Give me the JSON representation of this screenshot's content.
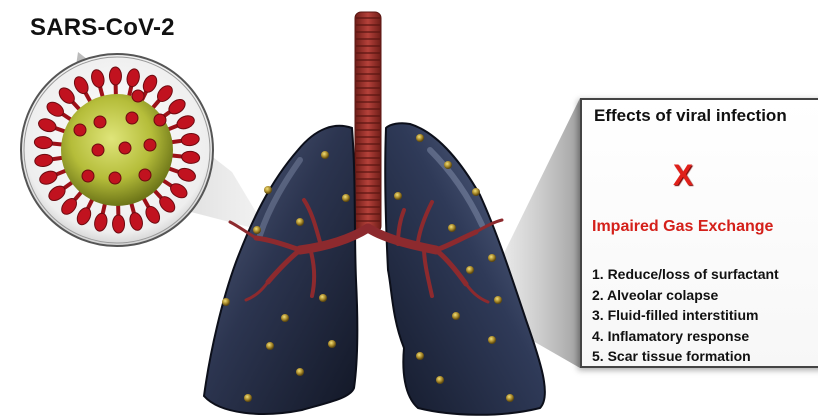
{
  "title": "SARS-CoV-2",
  "effects_panel": {
    "title": "Effects of viral infection",
    "impaired_label": "Impaired Gas Exchange",
    "exchange_blocked_symbol": "X",
    "effects": [
      "1. Reduce/loss of surfactant",
      "2. Alveolar colapse",
      "3. Fluid-filled interstitium",
      "4. Inflamatory response",
      "5. Scar tissue formation"
    ]
  },
  "icons": {
    "virus": "sars-cov-2-virus-icon",
    "lungs": "lungs-illustration",
    "o2": "oxygen-molecule-icon",
    "co2": "carbon-dioxide-molecule-icon"
  },
  "colors": {
    "virus_body": "#b5bd3a",
    "virus_spike": "#c1121f",
    "trachea": "#a8322c",
    "lung": "#2c3550",
    "alert_red": "#d4201a"
  }
}
